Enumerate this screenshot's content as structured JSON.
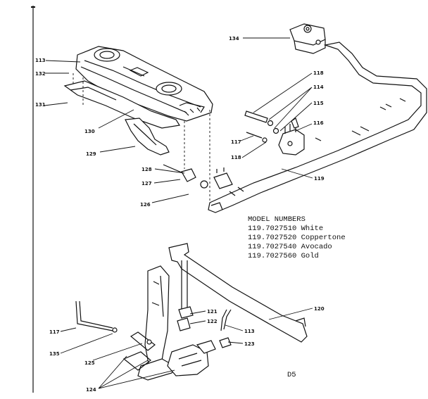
{
  "parts": {
    "p113": "113",
    "p132": "132",
    "p131": "131",
    "p130": "130",
    "p129": "129",
    "p128": "128",
    "p127": "127",
    "p126": "126",
    "p134": "134",
    "p118": "118",
    "p114": "114",
    "p115": "115",
    "p116": "116",
    "p117": "117",
    "p119": "119",
    "p121": "121",
    "p122": "122",
    "p113b": "113",
    "p123": "123",
    "p120": "120",
    "p117b": "117",
    "p135": "135",
    "p125": "125",
    "p124": "124"
  },
  "model": {
    "heading": "MODEL NUMBERS",
    "rows": [
      "119.7027510 White",
      "119.7027520 Coppertone",
      "119.7027540 Avocado",
      "119.7027560 Gold"
    ]
  },
  "page_code": "D5"
}
